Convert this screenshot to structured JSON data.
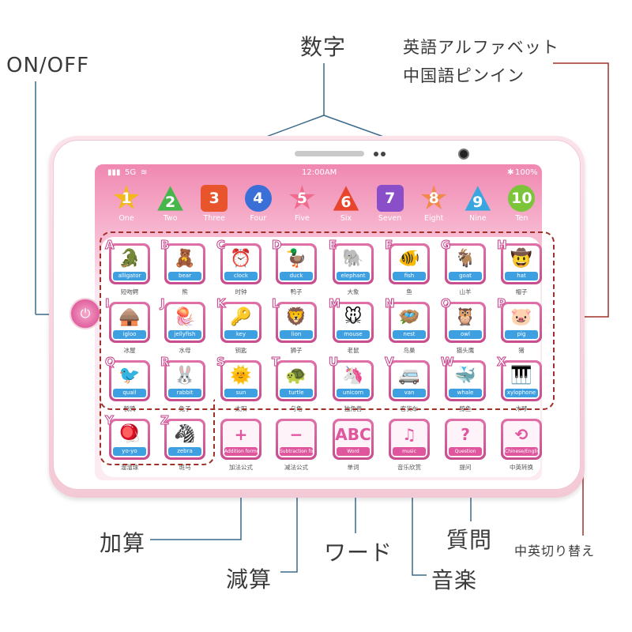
{
  "annotations": {
    "onoff": "ON/OFF",
    "digits": "数字",
    "alphabet_line1": "英語アルファベット",
    "alphabet_line2": "中国語ピンイン",
    "addition": "加算",
    "subtraction": "減算",
    "word": "ワード",
    "music": "音楽",
    "question": "質問",
    "cn_en_switch": "中英切り替え"
  },
  "status_bar": {
    "signal": "5G",
    "time": "12:00AM",
    "battery": "100%"
  },
  "numbers": [
    {
      "digit": "1",
      "label": "One",
      "shape": "star",
      "color": "#f2b81c"
    },
    {
      "digit": "2",
      "label": "Two",
      "shape": "tri",
      "color": "#46b54a"
    },
    {
      "digit": "3",
      "label": "Three",
      "shape": "square",
      "color": "#e8542c"
    },
    {
      "digit": "4",
      "label": "Four",
      "shape": "circle",
      "color": "#3a6fd8"
    },
    {
      "digit": "5",
      "label": "Five",
      "shape": "star",
      "color": "#f06b8e"
    },
    {
      "digit": "6",
      "label": "Six",
      "shape": "tri",
      "color": "#e8452c"
    },
    {
      "digit": "7",
      "label": "Seven",
      "shape": "square",
      "color": "#8a4fc8"
    },
    {
      "digit": "8",
      "label": "Eight",
      "shape": "star",
      "color": "#f0894a"
    },
    {
      "digit": "9",
      "label": "Nine",
      "shape": "tri",
      "color": "#3aa6e0"
    },
    {
      "digit": "10",
      "label": "Ten",
      "shape": "circle",
      "color": "#7cc43a"
    }
  ],
  "letters": [
    {
      "letter": "A",
      "word": "alligator",
      "cn": "短吻鳄",
      "icon": "🐊"
    },
    {
      "letter": "B",
      "word": "bear",
      "cn": "熊",
      "icon": "🧸"
    },
    {
      "letter": "C",
      "word": "clock",
      "cn": "时钟",
      "icon": "⏰"
    },
    {
      "letter": "D",
      "word": "duck",
      "cn": "鸭子",
      "icon": "🦆"
    },
    {
      "letter": "E",
      "word": "elephant",
      "cn": "大象",
      "icon": "🐘"
    },
    {
      "letter": "F",
      "word": "fish",
      "cn": "鱼",
      "icon": "🐠"
    },
    {
      "letter": "G",
      "word": "goat",
      "cn": "山羊",
      "icon": "🐐"
    },
    {
      "letter": "H",
      "word": "hat",
      "cn": "帽子",
      "icon": "🤠"
    },
    {
      "letter": "I",
      "word": "igloo",
      "cn": "冰屋",
      "icon": "🛖"
    },
    {
      "letter": "J",
      "word": "jellyfish",
      "cn": "水母",
      "icon": "🪼"
    },
    {
      "letter": "K",
      "word": "key",
      "cn": "钥匙",
      "icon": "🔑"
    },
    {
      "letter": "L",
      "word": "lion",
      "cn": "狮子",
      "icon": "🦁"
    },
    {
      "letter": "M",
      "word": "mouse",
      "cn": "老鼠",
      "icon": "🐭"
    },
    {
      "letter": "N",
      "word": "nest",
      "cn": "鸟巢",
      "icon": "🪺"
    },
    {
      "letter": "O",
      "word": "owl",
      "cn": "猫头鹰",
      "icon": "🦉"
    },
    {
      "letter": "P",
      "word": "pig",
      "cn": "猪",
      "icon": "🐷"
    },
    {
      "letter": "Q",
      "word": "quail",
      "cn": "鹌鹑",
      "icon": "🐦"
    },
    {
      "letter": "R",
      "word": "rabbit",
      "cn": "兔子",
      "icon": "🐰"
    },
    {
      "letter": "S",
      "word": "sun",
      "cn": "太阳",
      "icon": "🌞"
    },
    {
      "letter": "T",
      "word": "turtle",
      "cn": "乌龟",
      "icon": "🐢"
    },
    {
      "letter": "U",
      "word": "unicorn",
      "cn": "独角兽",
      "icon": "🦄"
    },
    {
      "letter": "V",
      "word": "van",
      "cn": "客货车",
      "icon": "🚐"
    },
    {
      "letter": "W",
      "word": "whale",
      "cn": "鲸鱼",
      "icon": "🐳"
    },
    {
      "letter": "X",
      "word": "xylophone",
      "cn": "木琴",
      "icon": "🎹"
    },
    {
      "letter": "Y",
      "word": "yo-yo",
      "cn": "溜溜球",
      "icon": "🪀"
    },
    {
      "letter": "Z",
      "word": "zebra",
      "cn": "斑马",
      "icon": "🦓"
    }
  ],
  "functions": [
    {
      "id": "addition",
      "icon": "+",
      "word": "Addition formula",
      "cn": "加法公式"
    },
    {
      "id": "subtraction",
      "icon": "−",
      "word": "Subtraction formula",
      "cn": "减法公式"
    },
    {
      "id": "word",
      "icon": "ABC",
      "word": "Word",
      "cn": "单词"
    },
    {
      "id": "music",
      "icon": "♫",
      "word": "music",
      "cn": "音乐欣赏"
    },
    {
      "id": "question",
      "icon": "?",
      "word": "Question",
      "cn": "提问"
    },
    {
      "id": "switch",
      "icon": "⟲",
      "word": "Chinese/English conversion",
      "cn": "中英转换"
    }
  ],
  "colors": {
    "dash": "#a0302a",
    "line": "#3a6a8a",
    "pink": "#e0609e"
  }
}
